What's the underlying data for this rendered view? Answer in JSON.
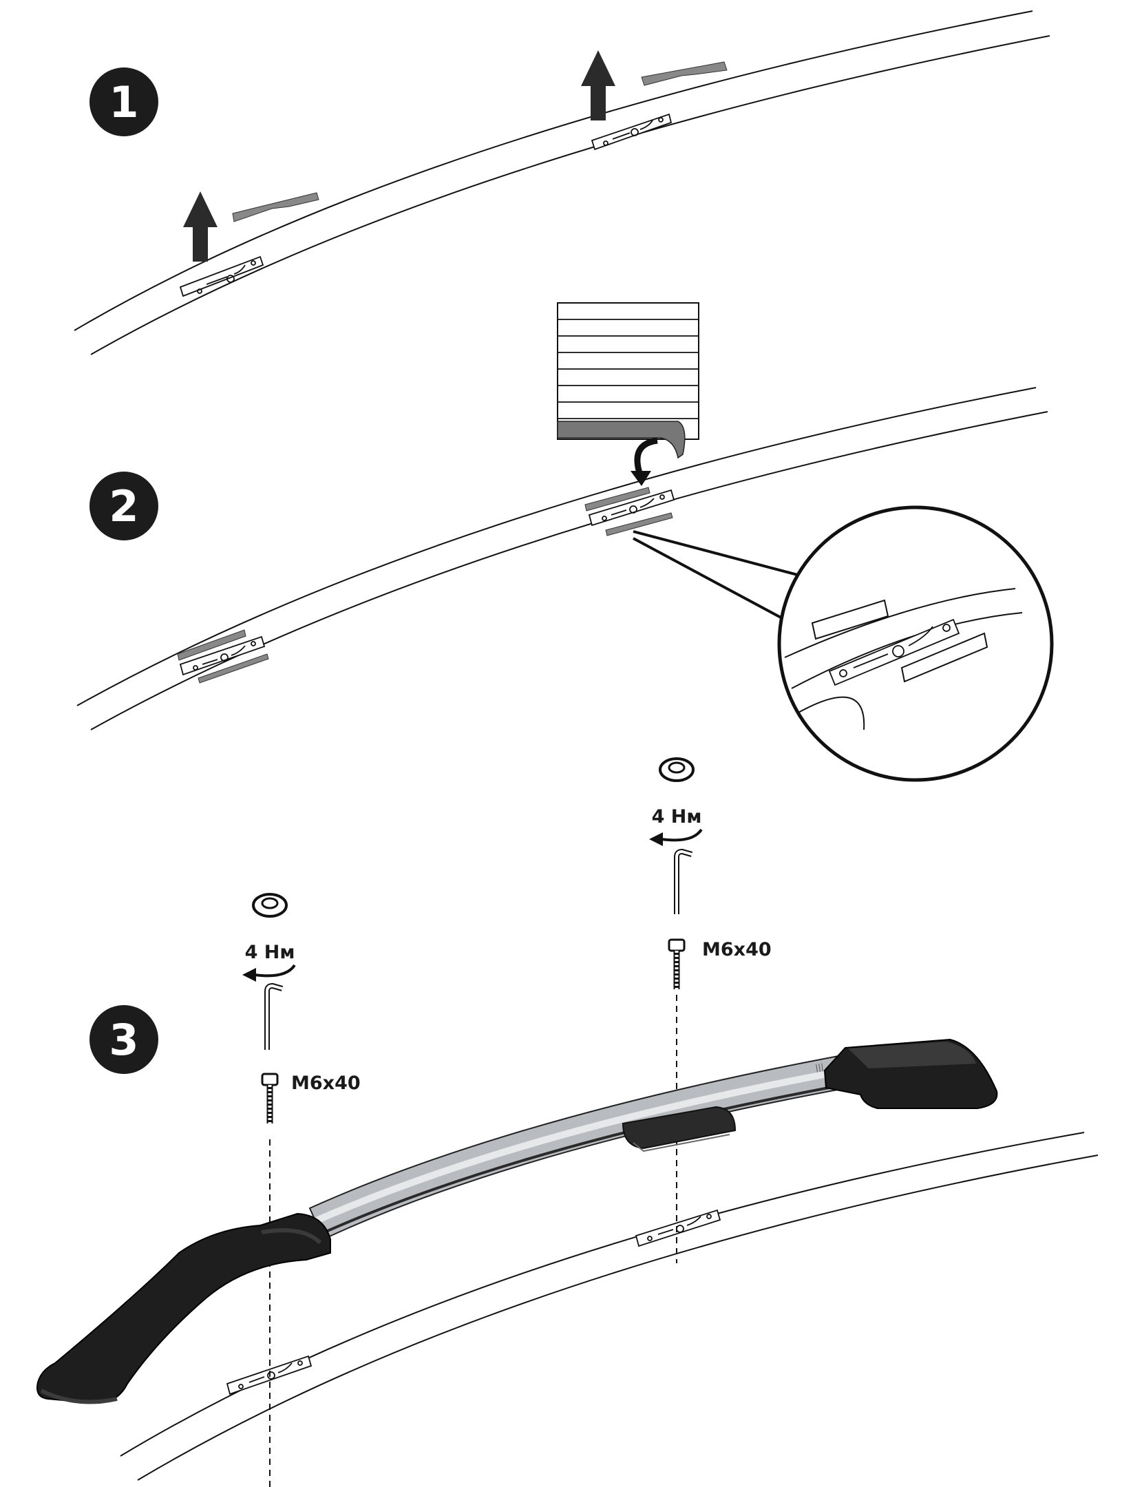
{
  "steps": [
    {
      "number": "1"
    },
    {
      "number": "2"
    },
    {
      "number": "3"
    }
  ],
  "fasteners": {
    "left": {
      "torque": "4 Нм",
      "bolt": "M6x40"
    },
    "right": {
      "torque": "4 Нм",
      "bolt": "M6x40"
    }
  },
  "icons": [
    "arrow-up-icon",
    "tape-roll-icon",
    "curved-arrow-icon",
    "nut-icon",
    "rotate-arrow-icon",
    "hex-key-icon",
    "bolt-icon",
    "magnifier-circle-icon"
  ],
  "colors": {
    "badge": "#1c1c1c",
    "tape": "#888888",
    "rail": "#b8bcc0",
    "cap": "#1e1e1e"
  }
}
